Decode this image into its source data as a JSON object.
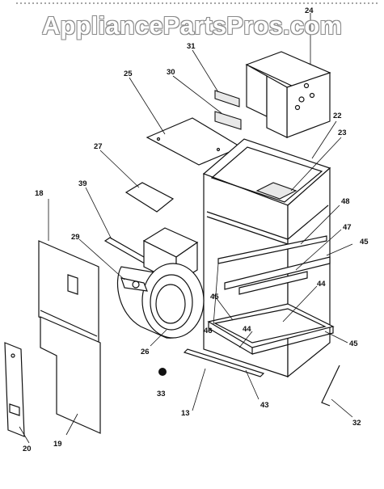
{
  "watermark": "AppliancePartsPros.com",
  "callouts": [
    {
      "id": "24",
      "label": "24"
    },
    {
      "id": "31",
      "label": "31"
    },
    {
      "id": "30",
      "label": "30"
    },
    {
      "id": "25",
      "label": "25"
    },
    {
      "id": "22",
      "label": "22"
    },
    {
      "id": "23",
      "label": "23"
    },
    {
      "id": "27",
      "label": "27"
    },
    {
      "id": "39",
      "label": "39"
    },
    {
      "id": "18",
      "label": "18"
    },
    {
      "id": "29",
      "label": "29"
    },
    {
      "id": "48",
      "label": "48"
    },
    {
      "id": "47",
      "label": "47"
    },
    {
      "id": "45a",
      "label": "45"
    },
    {
      "id": "44a",
      "label": "44"
    },
    {
      "id": "45b",
      "label": "45"
    },
    {
      "id": "46",
      "label": "46"
    },
    {
      "id": "44b",
      "label": "44"
    },
    {
      "id": "45c",
      "label": "45"
    },
    {
      "id": "26",
      "label": "26"
    },
    {
      "id": "33",
      "label": "33"
    },
    {
      "id": "13",
      "label": "13"
    },
    {
      "id": "43",
      "label": "43"
    },
    {
      "id": "32",
      "label": "32"
    },
    {
      "id": "20",
      "label": "20"
    },
    {
      "id": "19",
      "label": "19"
    }
  ]
}
